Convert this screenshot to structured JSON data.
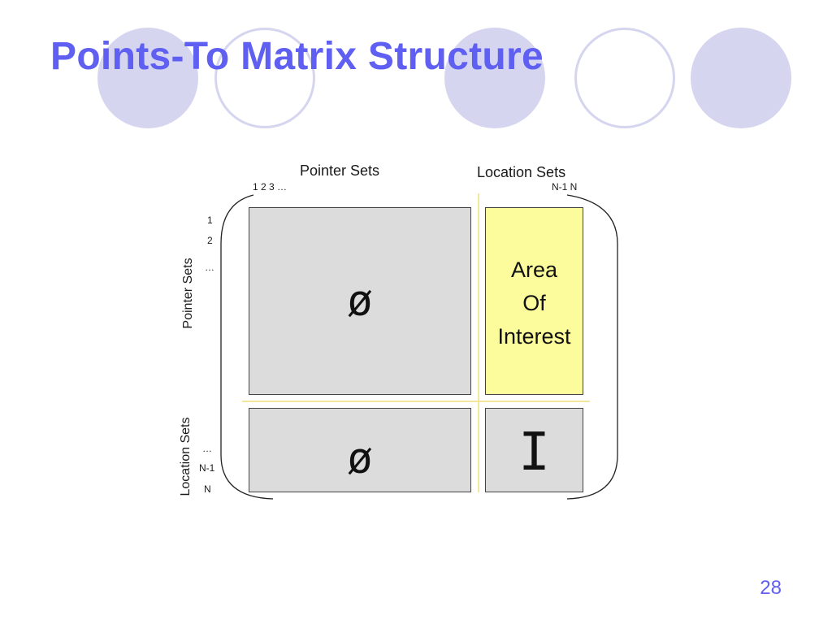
{
  "slide": {
    "title": "Points-To Matrix Structure",
    "page_number": "28"
  },
  "matrix": {
    "column_groups": {
      "pointer_sets": "Pointer Sets",
      "location_sets": "Location Sets"
    },
    "column_indices": {
      "pointer_start": "1 2 3 …",
      "location_end": "N-1 N"
    },
    "row_groups": {
      "pointer_sets": "Pointer Sets",
      "location_sets": "Location Sets"
    },
    "row_indices": {
      "row_1": "1",
      "row_2": "2",
      "row_ellipsis_top": "…",
      "row_ellipsis_bottom": "…",
      "row_n_minus_1": "N-1",
      "row_n": "N"
    },
    "cells": {
      "pointer_pointer": "ø",
      "pointer_location_line1": "Area",
      "pointer_location_line2": "Of",
      "pointer_location_line3": "Interest",
      "location_pointer": "ø",
      "location_location": "I"
    }
  },
  "colors": {
    "title": "#5f5ff2",
    "decor_circle": "#d5d5ef",
    "cell_fill": "#dcdcdc",
    "highlight_fill": "#fcfc9c",
    "divider": "#f2e79a"
  }
}
